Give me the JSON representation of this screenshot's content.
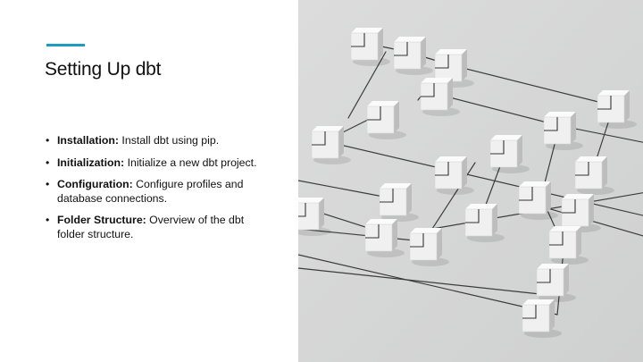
{
  "slide": {
    "title": "Setting Up dbt",
    "accent_color": "#1d9bc4",
    "bullets": [
      {
        "term": "Installation:",
        "text": " Install dbt using pip."
      },
      {
        "term": "Initialization:",
        "text": " Initialize a new dbt project."
      },
      {
        "term": "Configuration:",
        "text": " Configure profiles and database connections."
      },
      {
        "term": "Folder Structure:",
        "text": " Overview of the dbt folder structure."
      }
    ],
    "bullet_glyph": "•",
    "image": {
      "icon": "network-cubes-icon"
    }
  }
}
